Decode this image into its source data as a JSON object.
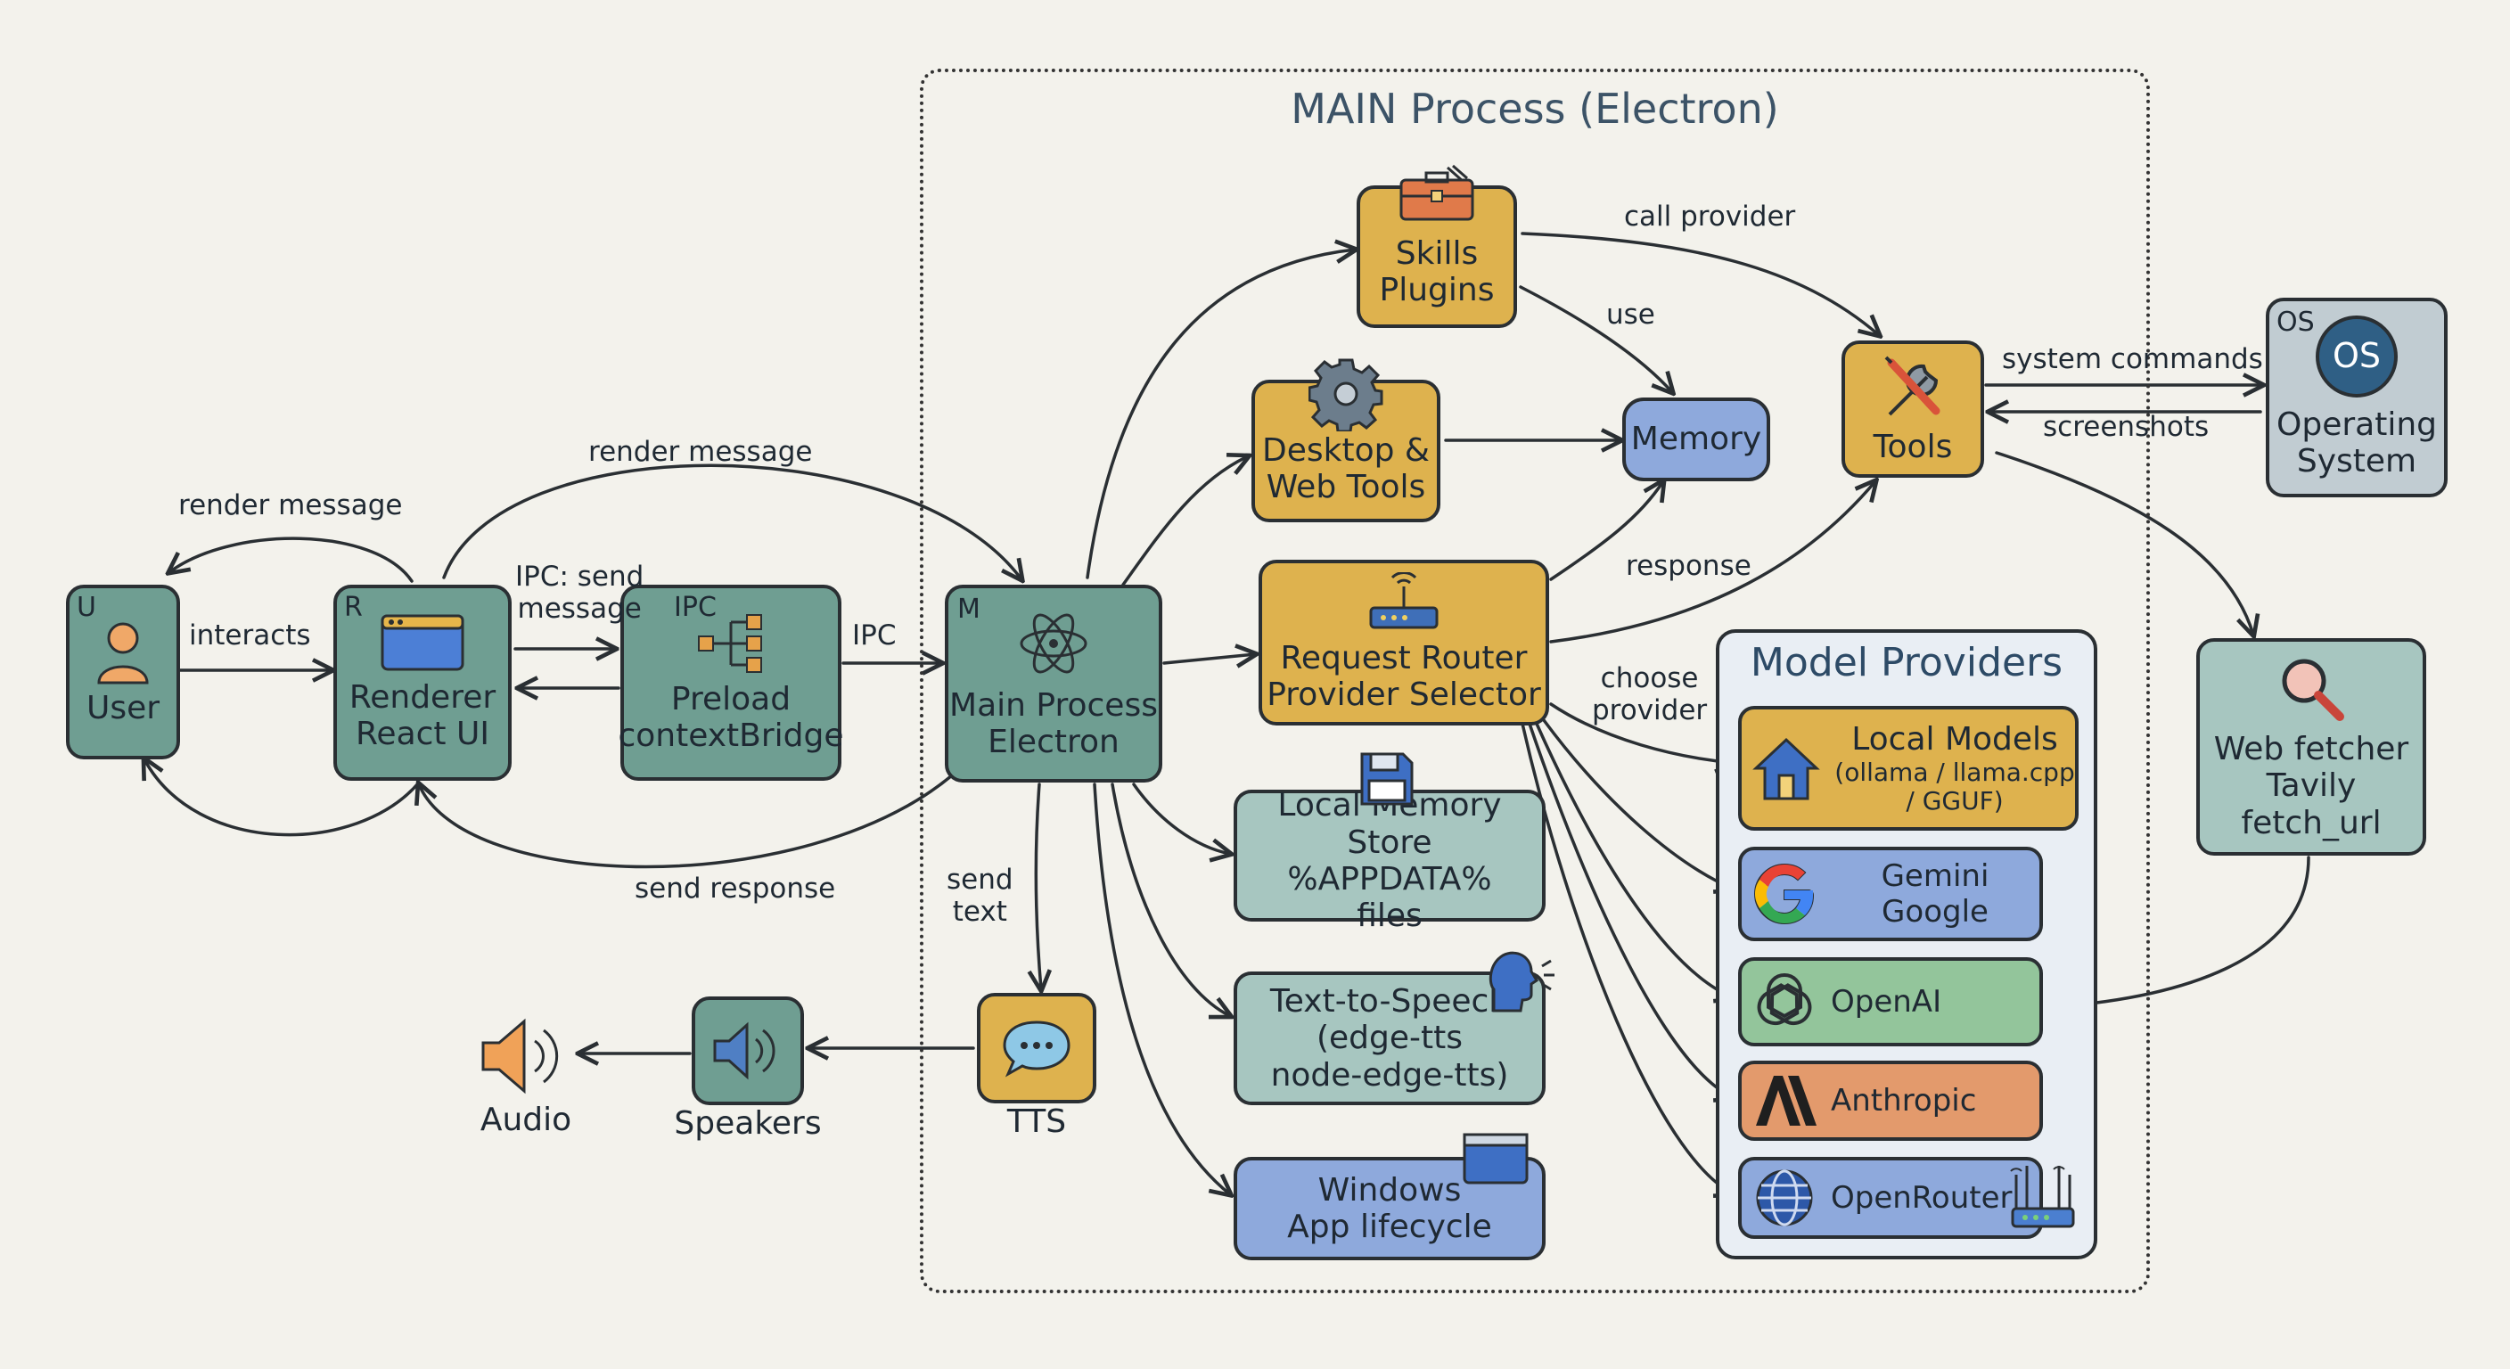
{
  "zone_title": "MAIN Process (Electron)",
  "nodes": {
    "user": {
      "corner": "U",
      "label": "User"
    },
    "renderer": {
      "corner": "R",
      "line1": "Renderer",
      "line2": "React UI"
    },
    "preload": {
      "corner": "IPC",
      "line1": "Preload",
      "line2": "contextBridge"
    },
    "main": {
      "corner": "M",
      "line1": "Main Process",
      "line2": "Electron"
    },
    "skills": {
      "line1": "Skills",
      "line2": "Plugins"
    },
    "desktop": {
      "line1": "Desktop &",
      "line2": "Web Tools"
    },
    "memory": {
      "label": "Memory"
    },
    "router": {
      "line1": "Request Router",
      "line2": "Provider Selector"
    },
    "tools": {
      "label": "Tools"
    },
    "os": {
      "corner": "OS",
      "badge": "OS",
      "line1": "Operating",
      "line2": "System"
    },
    "webfetcher": {
      "line1": "Web fetcher",
      "line2": "Tavily",
      "line3": "fetch_url"
    },
    "memstore": {
      "line1": "Local Memory Store",
      "line2": "%APPDATA%",
      "line3": "files"
    },
    "ttsengine": {
      "line1": "Text-to-Speech",
      "line2": "(edge-tts",
      "line3": "node-edge-tts)"
    },
    "windows": {
      "line1": "Windows",
      "line2": "App lifecycle"
    },
    "tts": {
      "label": "TTS"
    },
    "speakers": {
      "label": "Speakers"
    },
    "audio": {
      "label": "Audio"
    }
  },
  "providers": {
    "title": "Model Providers",
    "local": {
      "line1": "Local Models",
      "line2": "(ollama / llama.cpp",
      "line3": "/ GGUF)"
    },
    "gemini": {
      "line1": "Gemini",
      "line2": "Google"
    },
    "openai": {
      "label": "OpenAI"
    },
    "anthropic": {
      "label": "Anthropic"
    },
    "openrouter": {
      "label": "OpenRouter"
    }
  },
  "edge_labels": {
    "render_message_top": "render message",
    "render_message_left": "render message",
    "interacts": "interacts",
    "ipc_send_1": "IPC: send",
    "ipc_send_2": "message",
    "ipc": "IPC",
    "send_response": "send response",
    "send_text_1": "send",
    "send_text_2": "text",
    "call_provider": "call provider",
    "use": "use",
    "response": "response",
    "choose_provider_1": "choose",
    "choose_provider_2": "provider",
    "system_commands": "system commands",
    "screenshots": "screenshots"
  },
  "colors": {
    "teal": "#6f9e92",
    "sage": "#a7c6c0",
    "gold": "#deb24e",
    "blue": "#8ea9dc",
    "green": "#93c59b",
    "orange": "#e39a6c",
    "grey": "#c1ccd2",
    "background": "#f3f2ec"
  },
  "icons": [
    "user-icon",
    "window-icon",
    "tree-icon",
    "atom-icon",
    "toolbox-icon",
    "gear-icon",
    "router-icon",
    "wrench-screwdriver-icon",
    "os-badge-icon",
    "magnifier-icon",
    "floppy-icon",
    "speaking-head-icon",
    "browser-window-icon",
    "chat-bubble-icon",
    "speaker-icon",
    "house-icon",
    "google-g-icon",
    "openai-icon",
    "anthropic-icon",
    "globe-icon"
  ]
}
